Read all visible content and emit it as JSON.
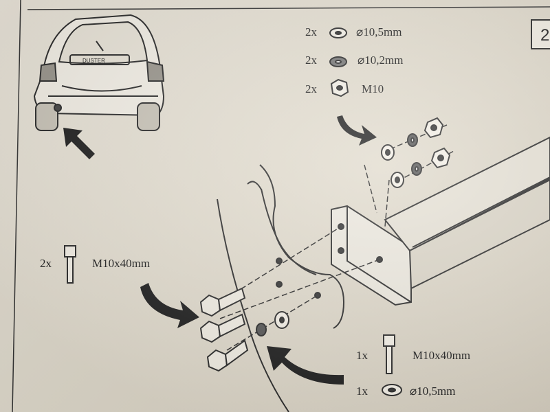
{
  "page": {
    "number": "2"
  },
  "hardware_top": [
    {
      "qty": "2x",
      "spec": "⌀10,5mm",
      "icon": "flat-washer-icon"
    },
    {
      "qty": "2x",
      "spec": "⌀10,2mm",
      "icon": "spring-washer-icon"
    },
    {
      "qty": "2x",
      "spec": "M10",
      "icon": "hex-nut-icon"
    }
  ],
  "hardware_left": {
    "qty": "2x",
    "spec": "M10x40mm",
    "icon": "bolt-icon"
  },
  "hardware_bottom": [
    {
      "qty": "1x",
      "spec": "M10x40mm",
      "icon": "bolt-icon"
    },
    {
      "qty": "1x",
      "spec": "⌀10,5mm",
      "icon": "flat-washer-icon"
    }
  ],
  "car": {
    "badge": "DUSTER"
  }
}
